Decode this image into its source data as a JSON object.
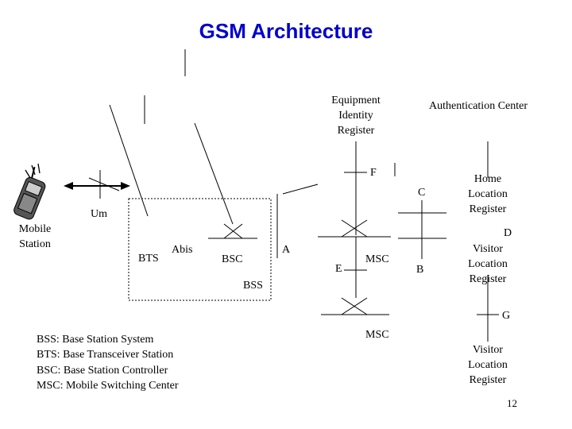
{
  "title": "GSM Architecture",
  "labels": {
    "eir": "Equipment Identity Register",
    "auth_center": "Authentication Center",
    "f": "F",
    "c": "C",
    "hlr": "Home Location Register",
    "um": "Um",
    "mobile_station": "Mobile Station",
    "d": "D",
    "bts": "BTS",
    "abis": "Abis",
    "bsc": "BSC",
    "a": "A",
    "e": "E",
    "msc1": "MSC",
    "b": "B",
    "vlr1": "Visitor Location Register",
    "bss": "BSS",
    "g": "G",
    "msc2": "MSC",
    "vlr2": "Visitor Location Register"
  },
  "legend": [
    "BSS: Base Station System",
    "BTS: Base Transceiver Station",
    "BSC: Base Station Controller",
    "MSC: Mobile Switching Center"
  ],
  "page_number": "12"
}
